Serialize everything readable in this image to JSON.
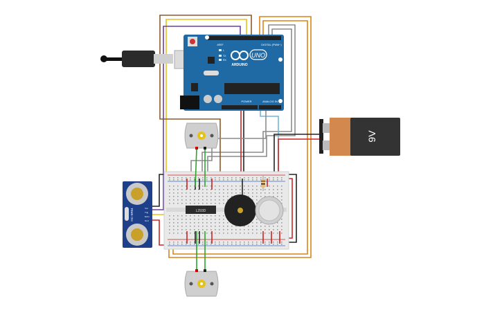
{
  "board": {
    "logo_text": "UNO",
    "brand_text": "ARDUINO",
    "digital_label": "DIGITAL (PWM~)",
    "power_label": "POWER",
    "analog_label": "ANALOG IN",
    "tx_label": "TX",
    "rx_label": "RX",
    "l_label": "L",
    "aref_label": "AREF"
  },
  "battery": {
    "label": "9V"
  },
  "ultrasonic": {
    "model": "HC-SR04",
    "pins": [
      "Vcc",
      "Trig",
      "Echo",
      "Gnd"
    ]
  },
  "driver_ic": {
    "label": "L293D"
  },
  "colors": {
    "board_blue": "#1f6aa5",
    "breadboard": "#e9e9e9",
    "battery_orange": "#d3884e",
    "battery_dark": "#333333",
    "sensor_blue": "#1e3f8a",
    "wire_orange": "#d98418",
    "wire_yellow": "#e5c21a",
    "wire_purple": "#6b3fa0",
    "wire_brown": "#8a5a2b",
    "wire_gray": "#8c8c8c",
    "wire_green": "#2aa52a",
    "wire_red": "#cc2222",
    "wire_black": "#222222",
    "wire_cyan": "#6fb7d6"
  }
}
